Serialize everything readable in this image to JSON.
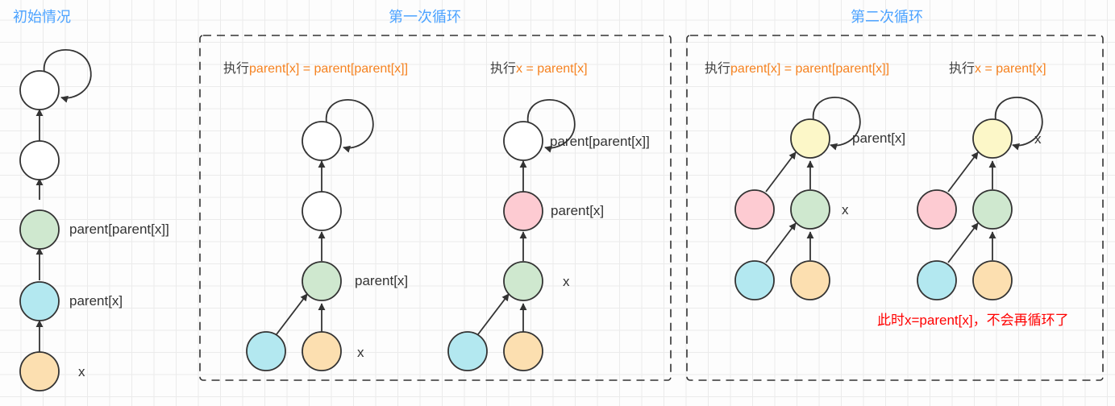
{
  "diagram": {
    "title_color": "#4da3ff",
    "code_color": "#f58220",
    "note_color": "#ff0000",
    "node_colors": {
      "white": "#ffffff",
      "green": "#cfe8cf",
      "blue": "#b3e8f0",
      "orange": "#fcdfb0",
      "pink": "#fdcbd2",
      "yellow": "#fcf7c8"
    }
  },
  "sections": {
    "initial": {
      "title": "初始情况",
      "labels": {
        "grandparent": "parent[parent[x]]",
        "parent": "parent[x]",
        "x": "x"
      }
    },
    "loop1": {
      "title": "第一次循环",
      "step_a": {
        "prefix": "执行",
        "code": "parent[x] = parent[parent[x]]",
        "labels": {
          "parent": "parent[x]",
          "x": "x"
        }
      },
      "step_b": {
        "prefix": "执行",
        "code": "x = parent[x]",
        "labels": {
          "grandparent": "parent[parent[x]]",
          "parent": "parent[x]",
          "x": "x"
        }
      }
    },
    "loop2": {
      "title": "第二次循环",
      "step_a": {
        "prefix": "执行",
        "code": "parent[x] = parent[parent[x]]",
        "labels": {
          "parent": "parent[x]",
          "x": "x"
        }
      },
      "step_b": {
        "prefix": "执行",
        "code": "x = parent[x]",
        "labels": {
          "x": "x"
        }
      },
      "note": "此时x=parent[x]，不会再循环了"
    }
  }
}
